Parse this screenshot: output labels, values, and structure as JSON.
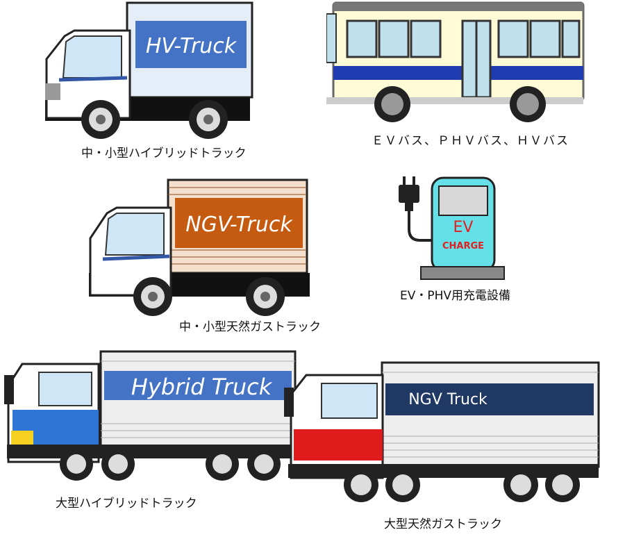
{
  "vehicles": {
    "hv_truck": {
      "sign": "HV-Truck",
      "caption": "中・小型ハイブリッドトラック"
    },
    "ev_bus": {
      "caption": "ＥＶバス、ＰＨＶバス、ＨＶバス"
    },
    "ngv_truck_small": {
      "sign": "NGV-Truck",
      "caption": "中・小型天然ガストラック"
    },
    "ev_charger": {
      "screen_text": "EV",
      "sub_text": "CHARGE",
      "caption": "EV・PHV用充電設備"
    },
    "hybrid_truck_large": {
      "sign": "Hybrid Truck",
      "caption": "大型ハイブリッドトラック"
    },
    "ngv_truck_large": {
      "sign": "NGV Truck",
      "caption": "大型天然ガストラック"
    }
  },
  "colors": {
    "hv_sign": "#4472c4",
    "ngv_sign": "#c55a11",
    "large_ngv_sign": "#1f3864",
    "bus_stripe": "#1f3db0",
    "charger_body": "#66e0e8",
    "large_hybrid_cab": "#2e75d6",
    "large_ngv_cab": "#e01b1b"
  }
}
